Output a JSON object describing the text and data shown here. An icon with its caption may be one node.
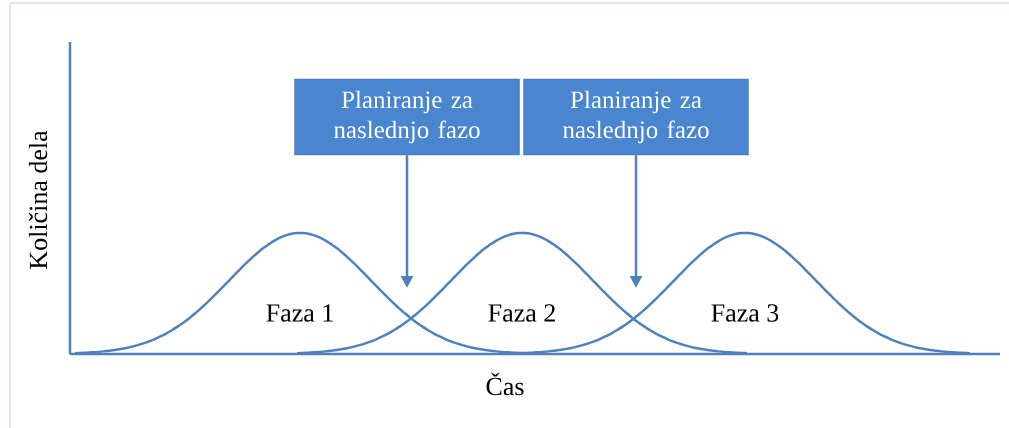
{
  "diagram": {
    "nodes": [
      {
        "text": [
          "Planiranje za naslednjo fazo"
        ]
      },
      {
        "text": [
          "Planiranje za naslednjo fazo"
        ]
      }
    ],
    "edges": [
      {
        "from": 0,
        "to": null,
        "arrow": "to"
      },
      {
        "from": 1,
        "to": null,
        "arrow": "to"
      }
    ],
    "labels": [
      "Količina dela",
      "Faza 1",
      "Faza 2",
      "Faza 3",
      "Čas"
    ]
  }
}
